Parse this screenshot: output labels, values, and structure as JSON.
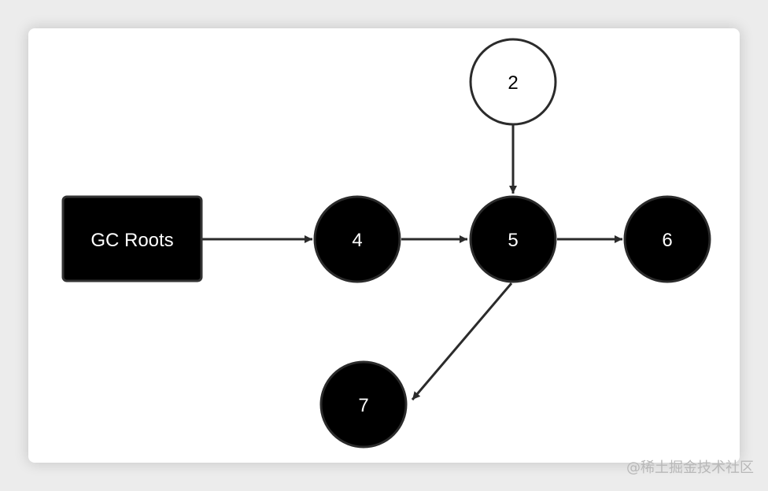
{
  "diagram": {
    "root": {
      "label": "GC Roots"
    },
    "nodes": [
      {
        "id": "2",
        "label": "2",
        "filled": false
      },
      {
        "id": "4",
        "label": "4",
        "filled": true
      },
      {
        "id": "5",
        "label": "5",
        "filled": true
      },
      {
        "id": "6",
        "label": "6",
        "filled": true
      },
      {
        "id": "7",
        "label": "7",
        "filled": true
      }
    ],
    "edges": [
      {
        "from": "GC Roots",
        "to": "4"
      },
      {
        "from": "4",
        "to": "5"
      },
      {
        "from": "2",
        "to": "5"
      },
      {
        "from": "5",
        "to": "6"
      },
      {
        "from": "5",
        "to": "7"
      }
    ]
  },
  "watermark": "@稀土掘金技术社区",
  "colors": {
    "filled": "#000000",
    "stroke": "#2b2b2b",
    "edge": "#2b2b2b",
    "background": "#ffffff"
  }
}
